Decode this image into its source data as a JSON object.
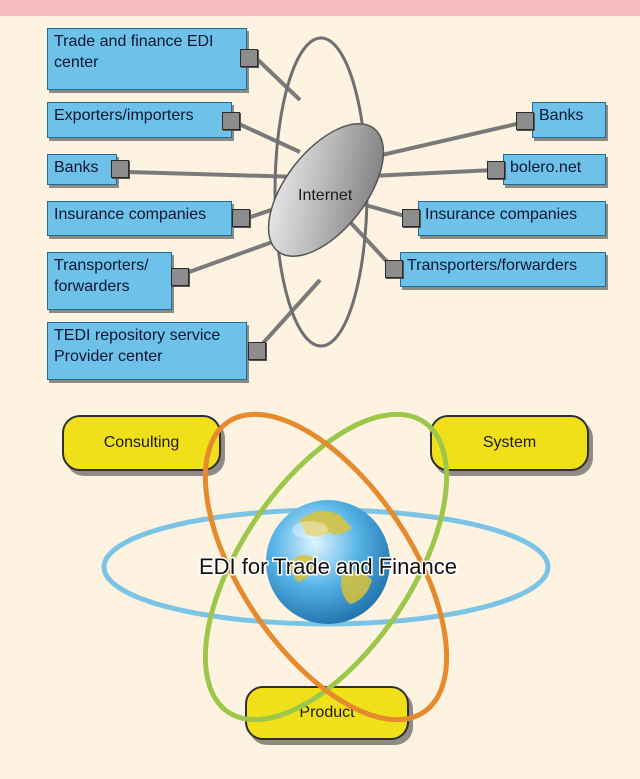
{
  "network": {
    "hub_label": "Internet",
    "left_nodes": [
      "Trade and finance EDI center",
      "Exporters/importers",
      "Banks",
      "Insurance companies",
      "Transporters/ forwarders",
      "TEDI repository service Provider center"
    ],
    "right_nodes": [
      "Banks",
      "bolero.net",
      "Insurance companies",
      "Transporters/forwarders"
    ]
  },
  "edi": {
    "center_label": "EDI for Trade and Finance",
    "nodes": [
      "Consulting",
      "System",
      "Product"
    ]
  },
  "colors": {
    "node_fill": "#6ec1e8",
    "pill_fill": "#f0e01a",
    "orange_orbit": "#e58a2d",
    "green_orbit": "#9cc74a",
    "blue_orbit": "#7cc4e6",
    "background": "#fef3e1",
    "top_bar": "#f6bcc0"
  }
}
